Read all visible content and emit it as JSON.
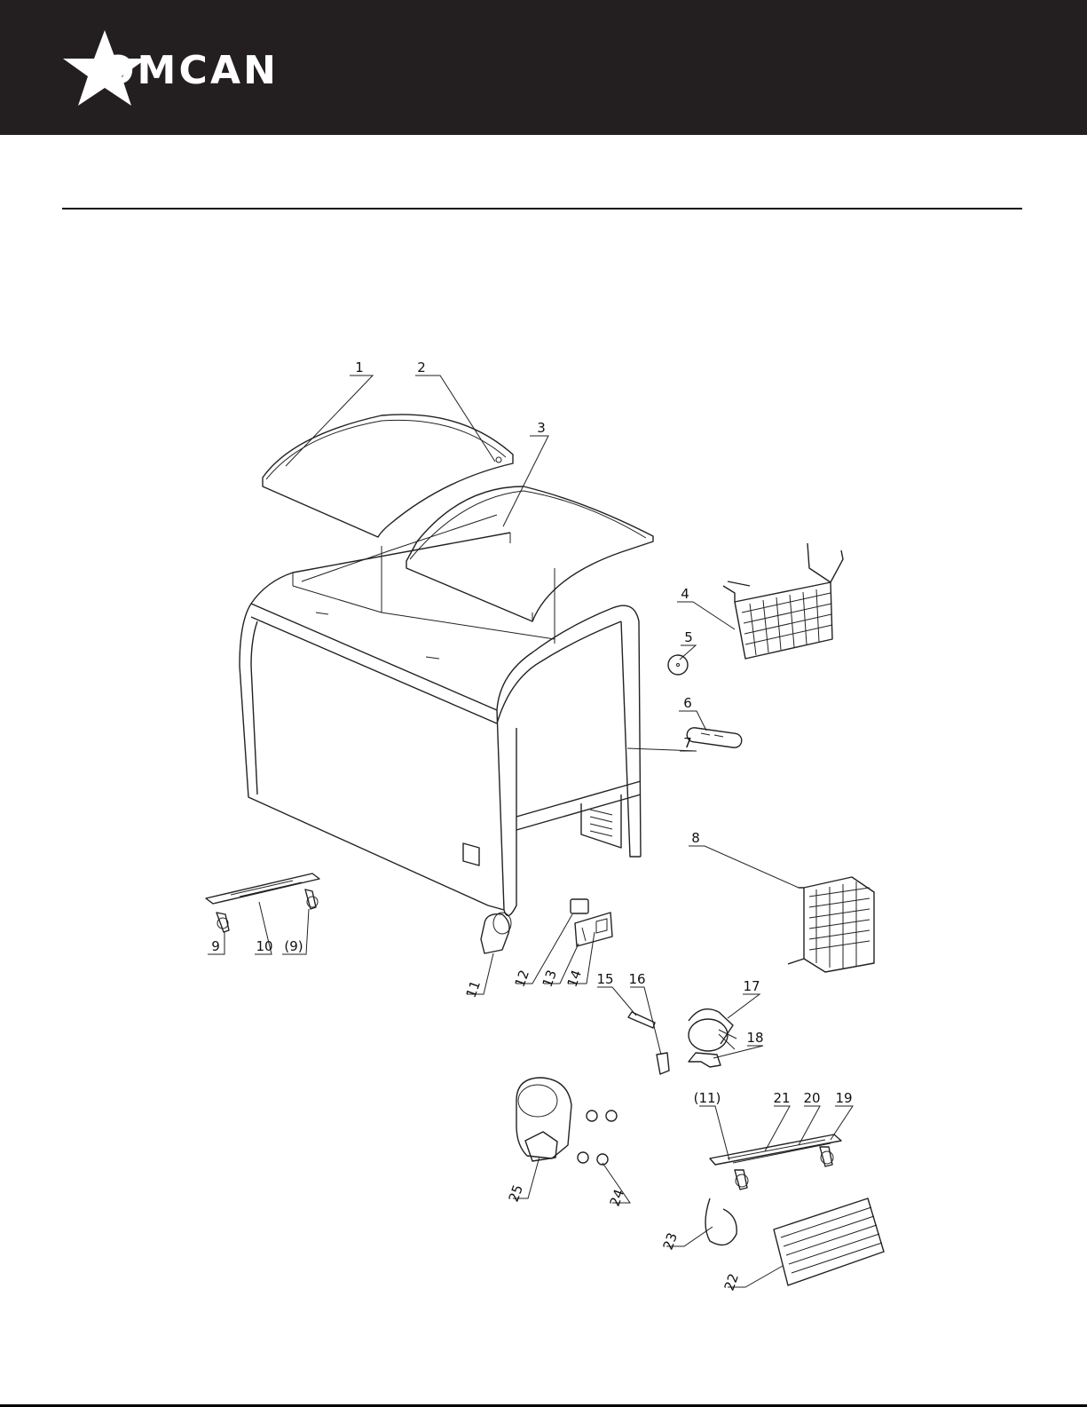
{
  "brand": {
    "logo_text": "OMCAN"
  },
  "colors": {
    "header_bg": "#231f20",
    "logo": "#ffffff",
    "line": "#222222"
  },
  "callouts": [
    "1",
    "2",
    "3",
    "4",
    "5",
    "6",
    "7",
    "8",
    "9",
    "10",
    "(9)",
    "11",
    "12",
    "13",
    "14",
    "15",
    "16",
    "17",
    "18",
    "(11)",
    "21",
    "20",
    "19",
    "25",
    "24",
    "23",
    "22"
  ]
}
